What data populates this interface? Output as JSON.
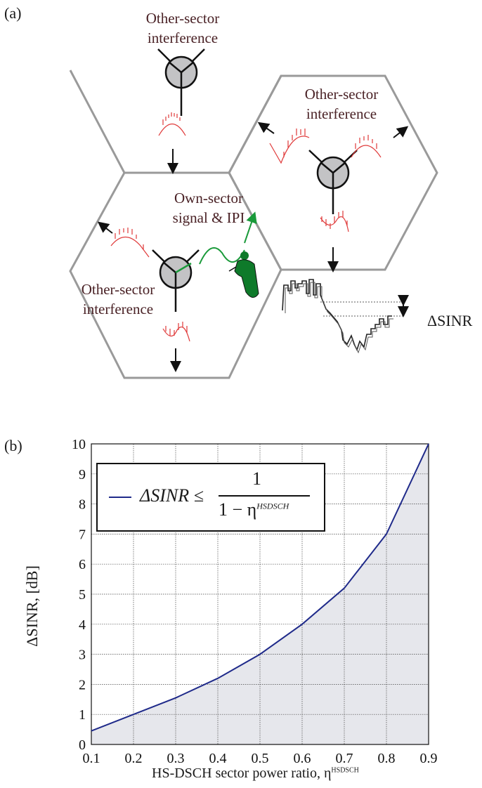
{
  "panel_a": {
    "label": "(a)",
    "top_cell_label": [
      "Other-sector",
      "interference"
    ],
    "right_cell_label": [
      "Other-sector",
      "interference"
    ],
    "own_sector_label": [
      "Own-sector",
      "signal & IPI"
    ],
    "left_cell_label": [
      "Other-sector",
      "interference"
    ],
    "delta_sinr_label": "ΔSINR"
  },
  "panel_b": {
    "label": "(b)",
    "legend_lhs": "ΔSINR ≤",
    "legend_num": "1",
    "legend_den": "1 − η",
    "legend_sup": "HSDSCH",
    "xlabel_main": "HS-DSCH sector power ratio, η",
    "xlabel_sup": "HSDSCH",
    "ylabel": "ΔSINR, [dB]"
  },
  "chart_data": {
    "type": "area",
    "x": [
      0.1,
      0.2,
      0.3,
      0.4,
      0.5,
      0.6,
      0.7,
      0.8,
      0.9
    ],
    "series": [
      {
        "values": [
          0.45,
          1.0,
          1.55,
          2.2,
          3.0,
          4.0,
          5.2,
          7.0,
          10.0
        ]
      }
    ],
    "xticks": [
      "0.1",
      "0.2",
      "0.3",
      "0.4",
      "0.5",
      "0.6",
      "0.7",
      "0.8",
      "0.9"
    ],
    "yticks": [
      "0",
      "1",
      "2",
      "3",
      "4",
      "5",
      "6",
      "7",
      "8",
      "9",
      "10"
    ],
    "xlim": [
      0.1,
      0.9
    ],
    "ylim": [
      0,
      10
    ],
    "grid": true,
    "legend_placement": "top-left",
    "colors": {
      "line": "#1f2a8a",
      "fill": "#e6e7ec",
      "grid": "#444444"
    }
  }
}
